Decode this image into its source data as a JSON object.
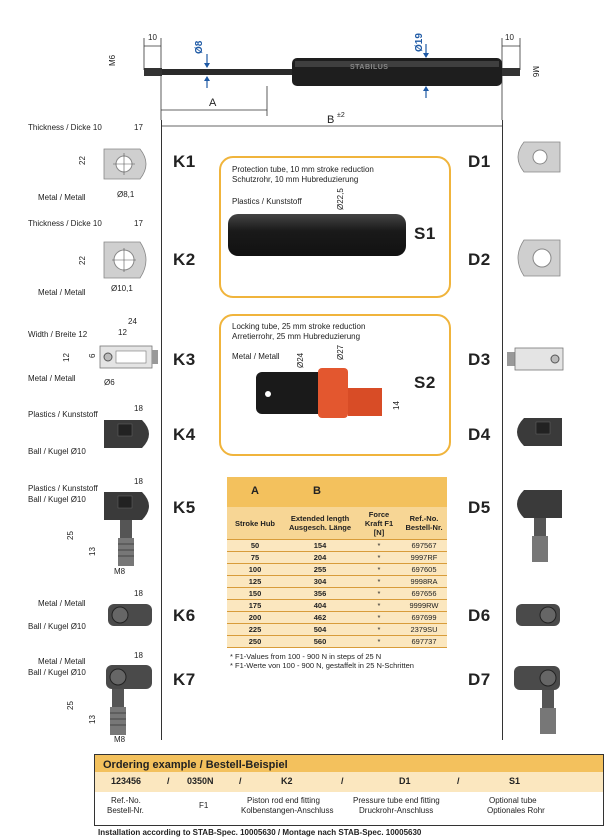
{
  "gas_spring": {
    "rod_thread": "M6",
    "body_thread": "M6",
    "end_gap_left": "10",
    "end_gap_right": "10",
    "rod_diameter": "Ø8",
    "tube_diameter": "Ø19",
    "dim_a": "A",
    "dim_b": "B",
    "dim_b_tol": "±2"
  },
  "fittings_left": [
    {
      "code": "K1",
      "material": "Metal / Metall",
      "thickness_label": "Thickness / Dicke 10",
      "width": "17",
      "height": "22",
      "hole": "Ø8,1"
    },
    {
      "code": "K2",
      "material": "Metal / Metall",
      "thickness_label": "Thickness / Dicke 10",
      "width": "17",
      "height": "22",
      "hole": "Ø10,1"
    },
    {
      "code": "K3",
      "material": "Metal / Metall",
      "width_label": "Width / Breite 12",
      "width_outer": "24",
      "width_inner": "12",
      "height": "12",
      "slot": "6",
      "pin": "Ø6"
    },
    {
      "code": "K4",
      "material": "Plastics / Kunststoff",
      "ball": "Ball / Kugel Ø10",
      "width": "18"
    },
    {
      "code": "K5",
      "material": "Plastics / Kunststoff",
      "ball": "Ball / Kugel Ø10",
      "width": "18",
      "height": "25",
      "stud": "13",
      "thread": "M8"
    },
    {
      "code": "K6",
      "material": "Metal / Metall",
      "ball": "Ball / Kugel Ø10",
      "width": "18"
    },
    {
      "code": "K7",
      "material": "Metal / Metall",
      "ball": "Ball / Kugel Ø10",
      "width": "18",
      "height": "25",
      "stud": "13",
      "thread": "M8"
    }
  ],
  "fittings_right": [
    "D1",
    "D2",
    "D3",
    "D4",
    "D5",
    "D6",
    "D7"
  ],
  "options": [
    {
      "code": "S1",
      "title_en": "Protection tube, 10 mm stroke reduction",
      "title_de": "Schutzrohr, 10 mm Hubreduzierung",
      "material": "Plastics / Kunststoff",
      "dim": "Ø22,5"
    },
    {
      "code": "S2",
      "title_en": "Locking tube, 25 mm stroke reduction",
      "title_de": "Arretierrohr, 25 mm Hubreduzierung",
      "material": "Metal / Metall",
      "dim1": "Ø24",
      "dim2": "Ø27",
      "dim3": "14"
    }
  ],
  "table": {
    "head_a": "A",
    "head_b": "B",
    "col1": "Stroke Hub",
    "col2": "Extended length Ausgesch. Länge",
    "col3": "Force Kraft F1 [N]",
    "col4": "Ref.-No. Bestell-Nr.",
    "rows": [
      [
        "50",
        "154",
        "*",
        "697567"
      ],
      [
        "75",
        "204",
        "*",
        "9997RF"
      ],
      [
        "100",
        "255",
        "*",
        "697605"
      ],
      [
        "125",
        "304",
        "*",
        "9998RA"
      ],
      [
        "150",
        "356",
        "*",
        "697656"
      ],
      [
        "175",
        "404",
        "*",
        "9999RW"
      ],
      [
        "200",
        "462",
        "*",
        "697699"
      ],
      [
        "225",
        "504",
        "*",
        "2379SU"
      ],
      [
        "250",
        "560",
        "*",
        "697737"
      ]
    ],
    "note_en": "* F1-Values from 100 - 900 N in steps of 25 N",
    "note_de": "* F1-Werte von 100 - 900 N, gestaffelt in 25 N-Schritten"
  },
  "ordering": {
    "title": "Ordering example / Bestell-Beispiel",
    "values": [
      "123456",
      "/",
      "0350N",
      "/",
      "K2",
      "/",
      "D1",
      "/",
      "S1"
    ],
    "labels": [
      {
        "en": "Ref.-No.",
        "de": "Bestell-Nr."
      },
      {
        "en": "F1",
        "de": ""
      },
      {
        "en": "Piston rod end fitting",
        "de": "Kolbenstangen-Anschluss"
      },
      {
        "en": "Pressure tube end fitting",
        "de": "Druckrohr-Anschluss"
      },
      {
        "en": "Optional tube",
        "de": "Optionales Rohr"
      }
    ],
    "footer": "Installation according to STAB-Spec. 10005630 / Montage nach STAB-Spec. 10005630"
  },
  "brand_mark": "STABILUS"
}
